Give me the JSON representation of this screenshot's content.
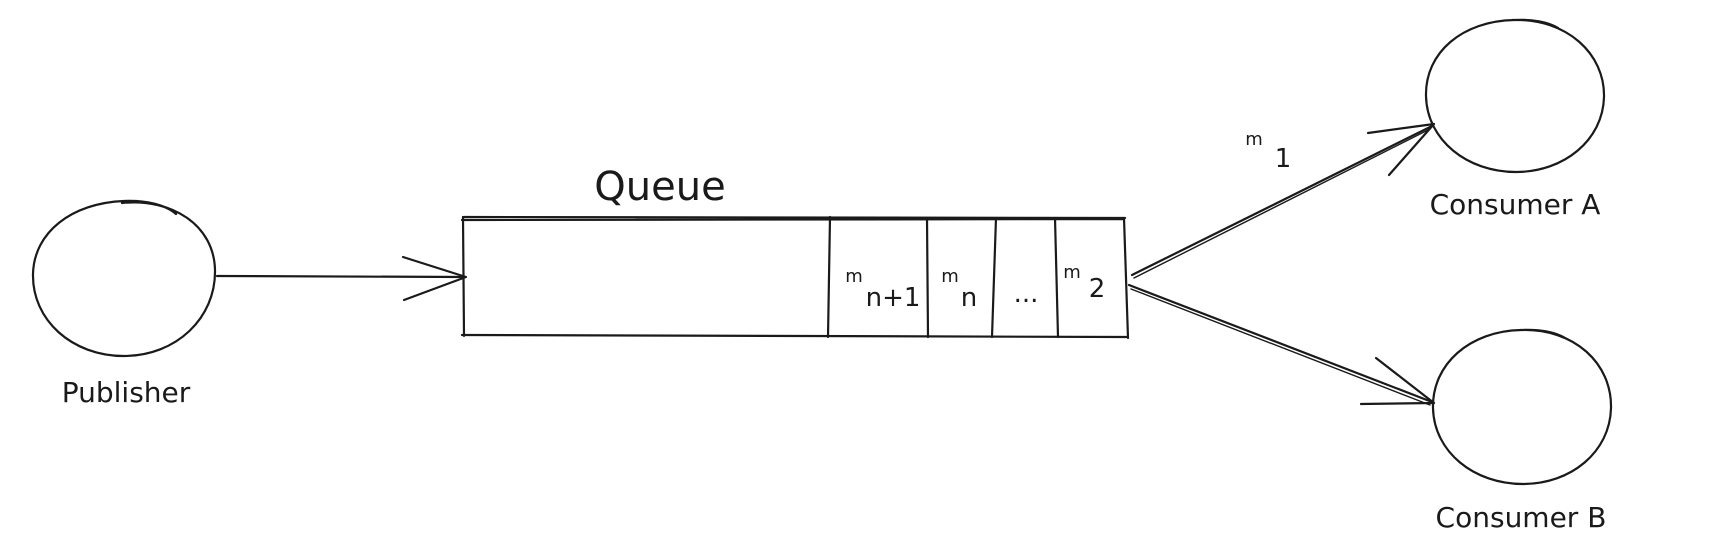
{
  "labels": {
    "publisher": "Publisher",
    "queue": "Queue",
    "consumer_a": "Consumer A",
    "consumer_b": "Consumer B"
  },
  "queue_slots": [
    {
      "base": "m",
      "sub": "n+1"
    },
    {
      "base": "m",
      "sub": "n"
    },
    {
      "base": "...",
      "sub": ""
    },
    {
      "base": "m",
      "sub": "2"
    }
  ],
  "in_flight_message": {
    "base": "m",
    "sub": "1"
  },
  "colors": {
    "ink": "#1a1a1a",
    "background": "#ffffff"
  }
}
